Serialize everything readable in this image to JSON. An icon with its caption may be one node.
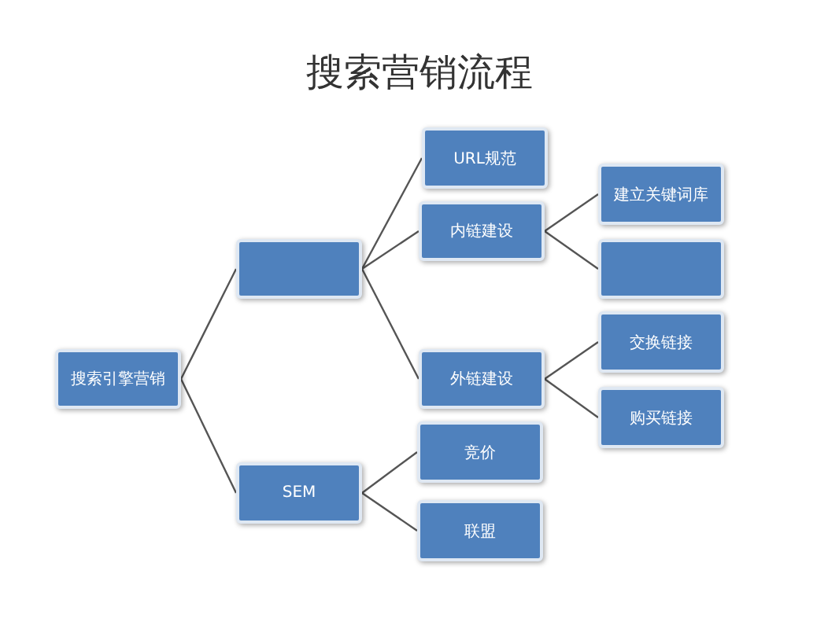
{
  "diagram": {
    "title": "搜索营销流程",
    "nodes": [
      {
        "text": [
          "搜索引擎营销"
        ]
      },
      {
        "text": [],
        "shape": "box"
      },
      {
        "text": [
          "SEM"
        ]
      },
      {
        "text": [
          "URL规范"
        ]
      },
      {
        "text": [
          "内链建设"
        ]
      },
      {
        "text": [
          "外链建设"
        ]
      },
      {
        "text": [
          "竞价"
        ]
      },
      {
        "text": [
          "联盟"
        ]
      },
      {
        "text": [
          "建立关键词库"
        ]
      },
      {
        "text": [],
        "shape": "box"
      },
      {
        "text": [
          "交换链接"
        ]
      },
      {
        "text": [
          "购买链接"
        ]
      }
    ],
    "edges": [
      {
        "from": 0,
        "to": 1,
        "arrow": "none"
      },
      {
        "from": 0,
        "to": 2,
        "arrow": "none"
      },
      {
        "from": 1,
        "to": 3,
        "arrow": "none"
      },
      {
        "from": 1,
        "to": 4,
        "arrow": "none"
      },
      {
        "from": 1,
        "to": 5,
        "arrow": "none"
      },
      {
        "from": 2,
        "to": 6,
        "arrow": "none"
      },
      {
        "from": 2,
        "to": 7,
        "arrow": "none"
      },
      {
        "from": 4,
        "to": 8,
        "arrow": "none"
      },
      {
        "from": 4,
        "to": 9,
        "arrow": "none"
      },
      {
        "from": 5,
        "to": 10,
        "arrow": "none"
      },
      {
        "from": 5,
        "to": 11,
        "arrow": "none"
      }
    ]
  }
}
